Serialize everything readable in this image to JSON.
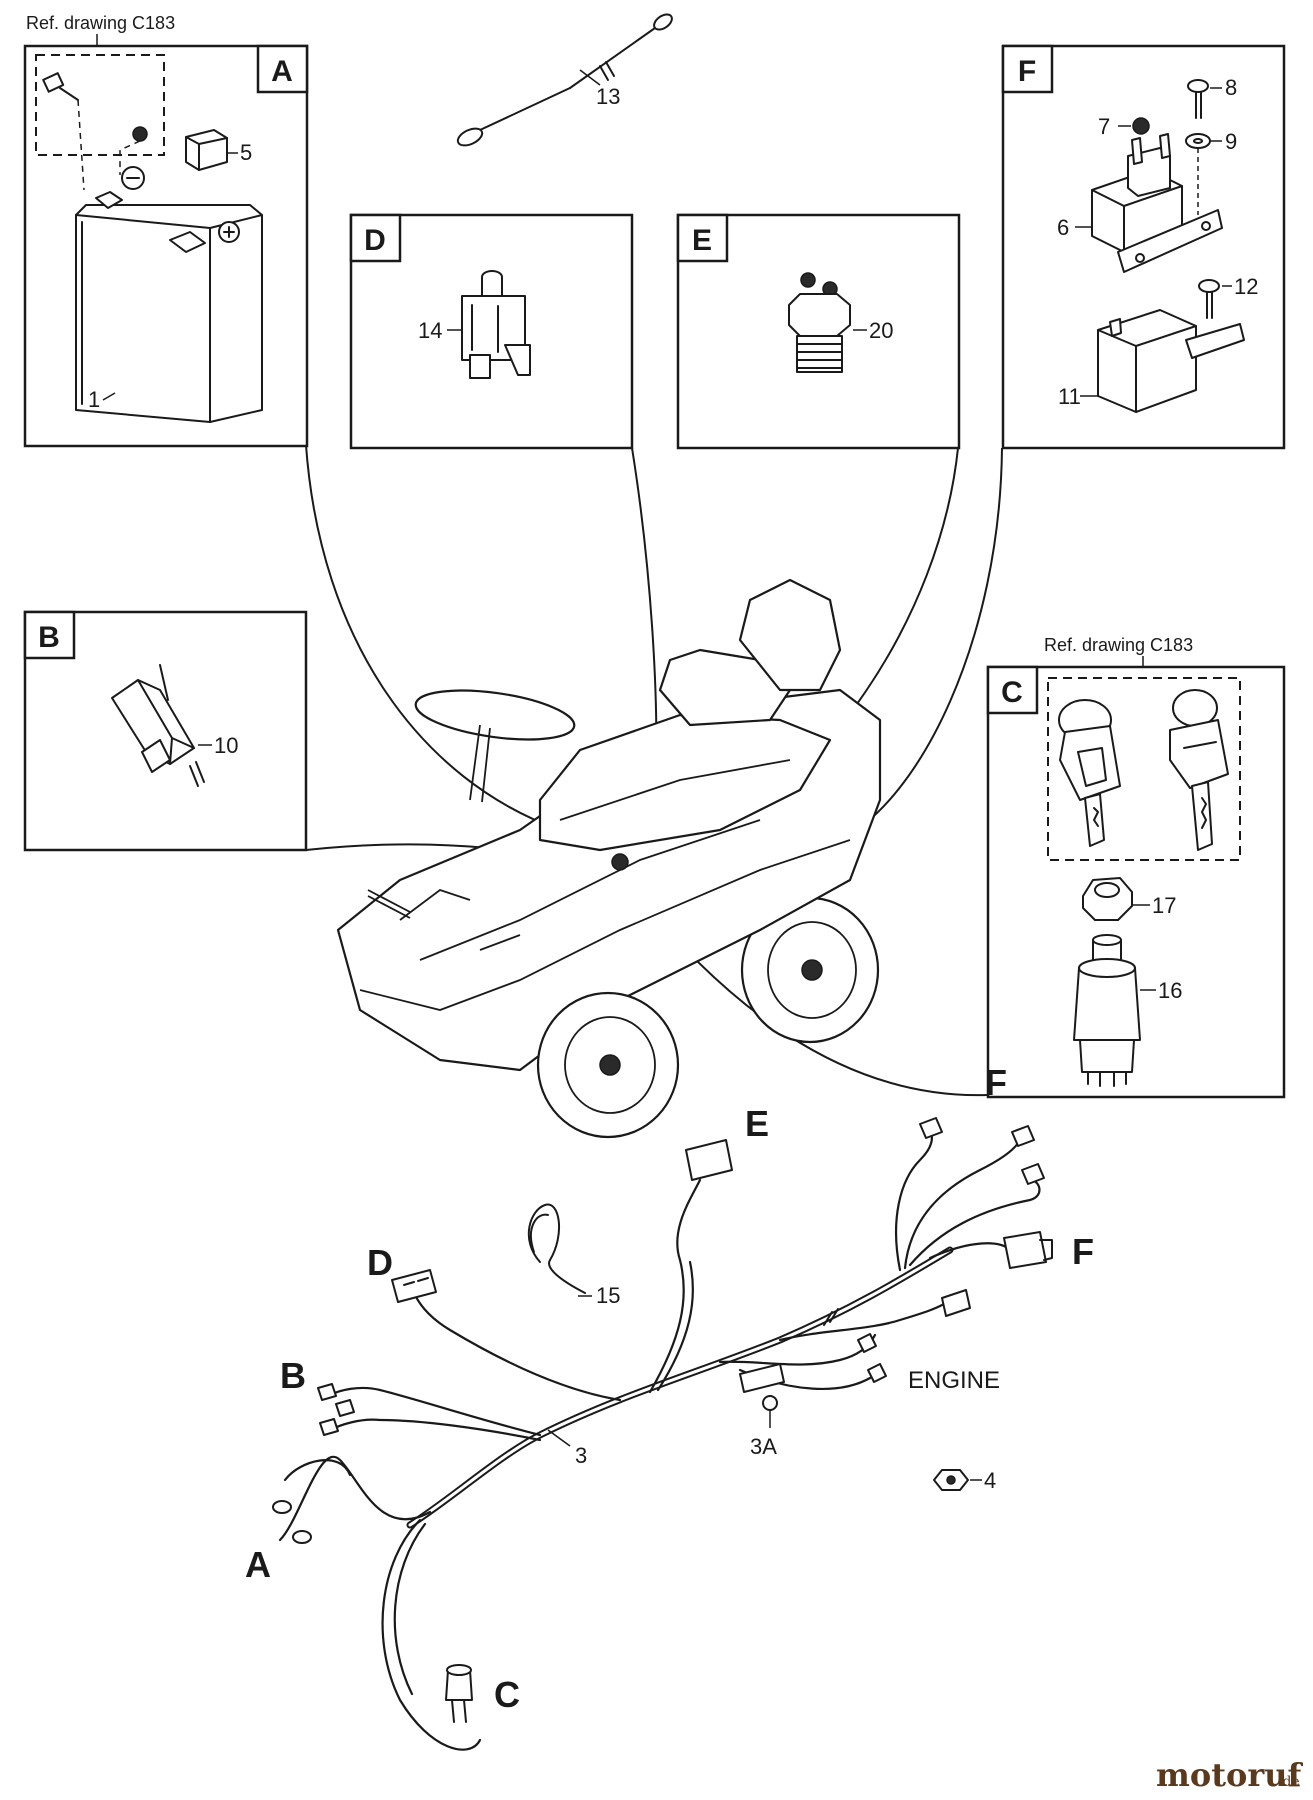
{
  "panels": {
    "A": {
      "letter": "A",
      "ref": "Ref. drawing C183",
      "parts": [
        "1",
        "5"
      ]
    },
    "B": {
      "letter": "B",
      "parts": [
        "10"
      ]
    },
    "C": {
      "letter": "C",
      "ref": "Ref. drawing C183",
      "parts": [
        "17",
        "16"
      ]
    },
    "D": {
      "letter": "D",
      "parts": [
        "14"
      ]
    },
    "E": {
      "letter": "E",
      "parts": [
        "20"
      ]
    },
    "F": {
      "letter": "F",
      "parts": [
        "8",
        "7",
        "9",
        "6",
        "12",
        "11"
      ]
    }
  },
  "loose_parts": {
    "cable": "13",
    "tie": "15",
    "nut": "4"
  },
  "harness": {
    "main_number": "3",
    "connector_number": "3A",
    "engine_label": "ENGINE",
    "branch_A": "A",
    "branch_B": "B",
    "branch_C": "C",
    "branch_D": "D",
    "branch_E": "E",
    "branch_F_top": "F",
    "branch_F_side": "F"
  },
  "watermark": {
    "brand": "motoruf",
    "suffix": ".de",
    "color": "#5a3a1e"
  }
}
